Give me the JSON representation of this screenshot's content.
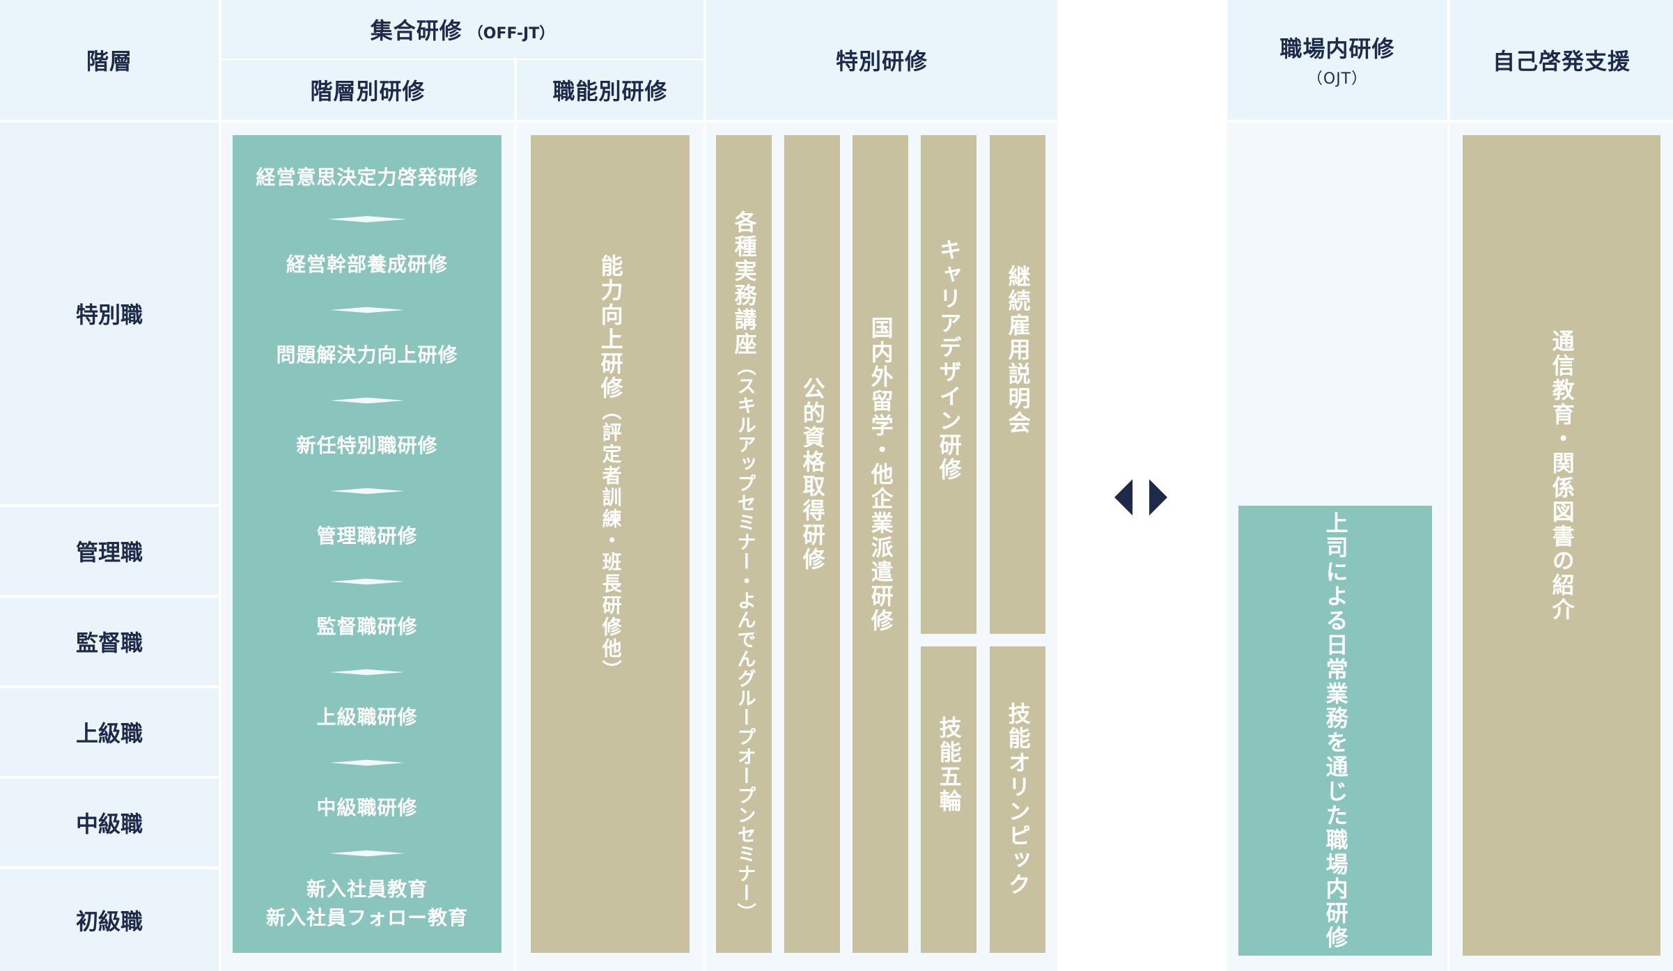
{
  "header": {
    "level": "階層",
    "offjt_title": "集合研修",
    "offjt_sub": "（OFF-JT）",
    "kaisou_training": "階層別研修",
    "shokuno_training": "職能別研修",
    "tokubetsu_training": "特別研修",
    "ojt_title": "職場内研修",
    "ojt_sub": "（OJT）",
    "self_dev": "自己啓発支援"
  },
  "levels": [
    "特別職",
    "管理職",
    "監督職",
    "上級職",
    "中級職",
    "初級職"
  ],
  "kaisou_items": [
    "経営意思決定力啓発研修",
    "経営幹部養成研修",
    "問題解決力向上研修",
    "新任特別職研修",
    "管理職研修",
    "監督職研修",
    "上級職研修",
    "中級職研修"
  ],
  "shinnyu": {
    "line1": "新入社員教育",
    "line2": "新入社員フォロー教育"
  },
  "shokuno_bar": {
    "main": "能力向上研修",
    "sub": "（評定者訓練・班長研修他）"
  },
  "special_bars": {
    "jitsumu": {
      "main": "各種実務講座",
      "sub": "（スキルアップセミナー・よんでんグループオープンセミナー）"
    },
    "shikaku": "公的資格取得研修",
    "ryugaku": "国内外留学・他企業派遣研修",
    "career": "キャリアデザイン研修",
    "keizoku": "継続雇用説明会",
    "gorin": "技能五輪",
    "olympic": "技能オリンピック"
  },
  "ojt_bar": "上司による日常業務を通じた職場内研修",
  "self_bar": "通信教育・関係図書の紹介",
  "colors": {
    "teal": "#89c4bd",
    "beige": "#c8c1a0",
    "header_bg": "#e9f4fb",
    "text": "#1e2a4a"
  }
}
